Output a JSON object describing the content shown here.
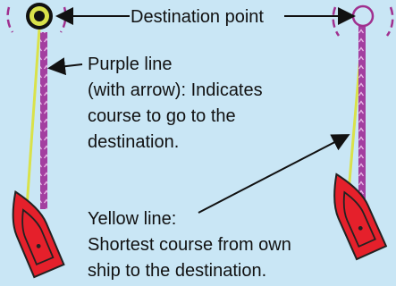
{
  "labels": {
    "destination": "Destination point",
    "purple_line": [
      "Purple line",
      "(with arrow): Indicates",
      "course to go to the",
      "destination."
    ],
    "yellow_line": [
      "Yellow line:",
      "Shortest course from own",
      "ship to the destination."
    ]
  },
  "colors": {
    "background": "#c9e6f5",
    "purple_line": "#a33fa0",
    "yellow_line": "#d9e24a",
    "ship": "#e5202b",
    "destination_ring": "#a0308f",
    "arrow": "#111111"
  },
  "icons": [
    "destination-marker-icon",
    "ship-icon"
  ]
}
